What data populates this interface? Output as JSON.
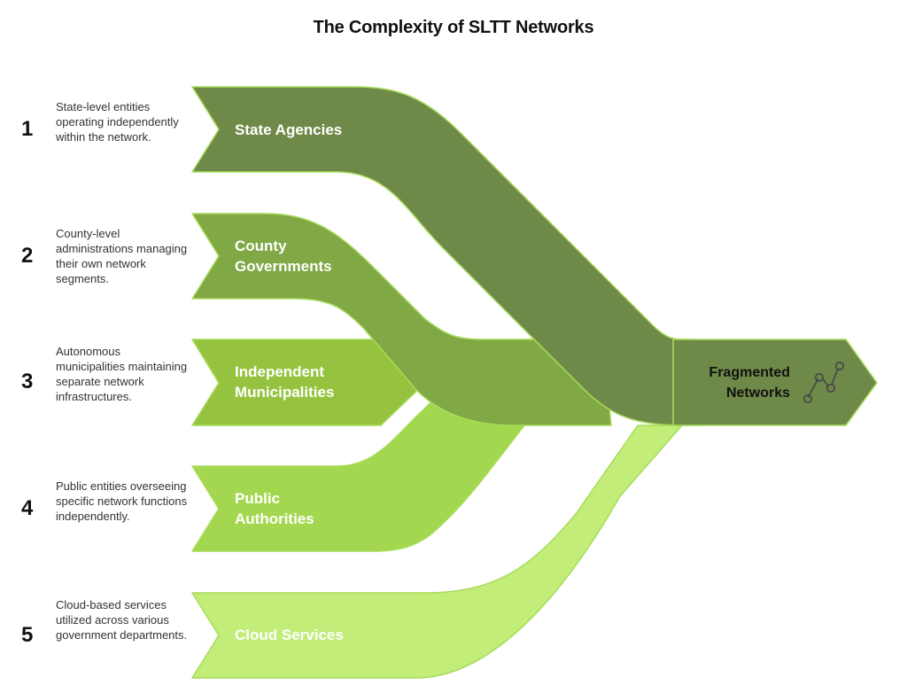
{
  "title": "The Complexity of SLTT Networks",
  "items": [
    {
      "number": "1",
      "label_lines": [
        "State Agencies"
      ],
      "description": "State-level entities operating independently within the network.",
      "color": "#6f8a48"
    },
    {
      "number": "2",
      "label_lines": [
        "County",
        "Governments"
      ],
      "description": "County-level administrations managing their own network segments.",
      "color": "#80a845"
    },
    {
      "number": "3",
      "label_lines": [
        "Independent",
        "Municipalities"
      ],
      "description": "Autonomous municipalities maintaining separate network infrastructures.",
      "color": "#96c33f"
    },
    {
      "number": "4",
      "label_lines": [
        "Public",
        "Authorities"
      ],
      "description": "Public entities overseeing specific network functions independently.",
      "color": "#a3d74f"
    },
    {
      "number": "5",
      "label_lines": [
        "Cloud Services"
      ],
      "description": "Cloud-based services utilized across various government departments.",
      "color": "#c1ed78"
    }
  ],
  "output": {
    "label_lines": [
      "Fragmented",
      "Networks"
    ],
    "icon": "network-graph-icon",
    "color": "#6f8a48"
  },
  "stroke_color": "#a8dc5a"
}
